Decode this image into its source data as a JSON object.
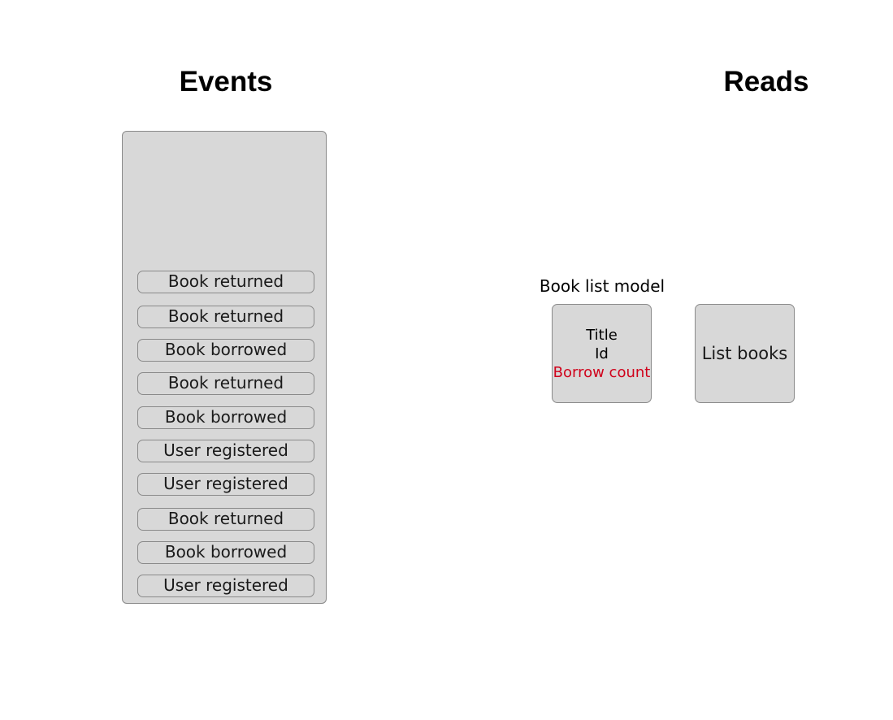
{
  "headings": {
    "events": "Events",
    "reads": "Reads"
  },
  "events": [
    "Book returned",
    "Book returned",
    "Book borrowed",
    "Book returned",
    "Book borrowed",
    "User registered",
    "User registered",
    "Book returned",
    "Book borrowed",
    "User registered"
  ],
  "read_model": {
    "label": "Book list model",
    "fields": [
      {
        "text": "Title",
        "highlight": false
      },
      {
        "text": "Id",
        "highlight": false
      },
      {
        "text": "Borrow count",
        "highlight": true
      }
    ],
    "highlight_color": "#d0021b"
  },
  "query": {
    "label": "List books"
  },
  "colors": {
    "box_fill": "#d8d8d8",
    "box_border": "#8a8a8a"
  }
}
